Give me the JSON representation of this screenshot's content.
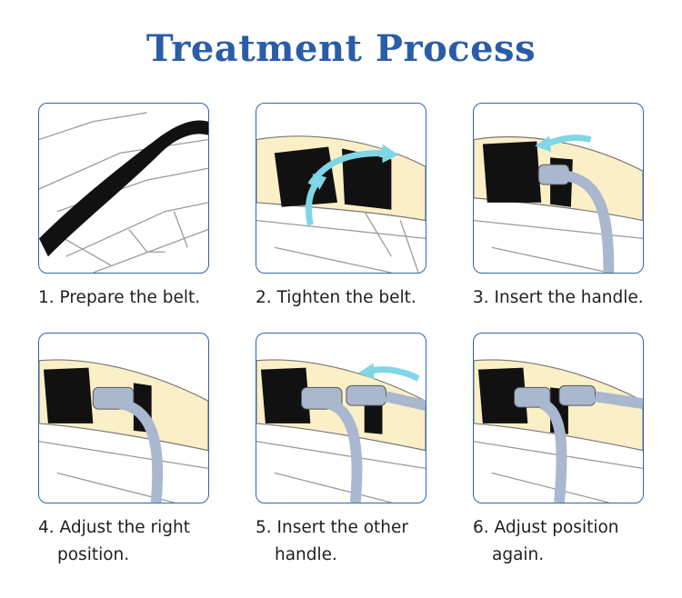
{
  "title": "Treatment Process",
  "steps": [
    {
      "line1": "1. Prepare the belt.",
      "line2": ""
    },
    {
      "line1": "2. Tighten the belt.",
      "line2": ""
    },
    {
      "line1": "3. Insert the handle.",
      "line2": ""
    },
    {
      "line1": "4. Adjust the right",
      "line2": "position."
    },
    {
      "line1": "5. Insert the other",
      "line2": "handle."
    },
    {
      "line1": "6. Adjust position",
      "line2": "again."
    }
  ],
  "colors": {
    "title": "#2a5da8",
    "border": "#2d66b3",
    "arrow": "#7fd6e6",
    "skin": "#fbefc8",
    "belt": "#111111",
    "handle": "#a9b8cf"
  }
}
